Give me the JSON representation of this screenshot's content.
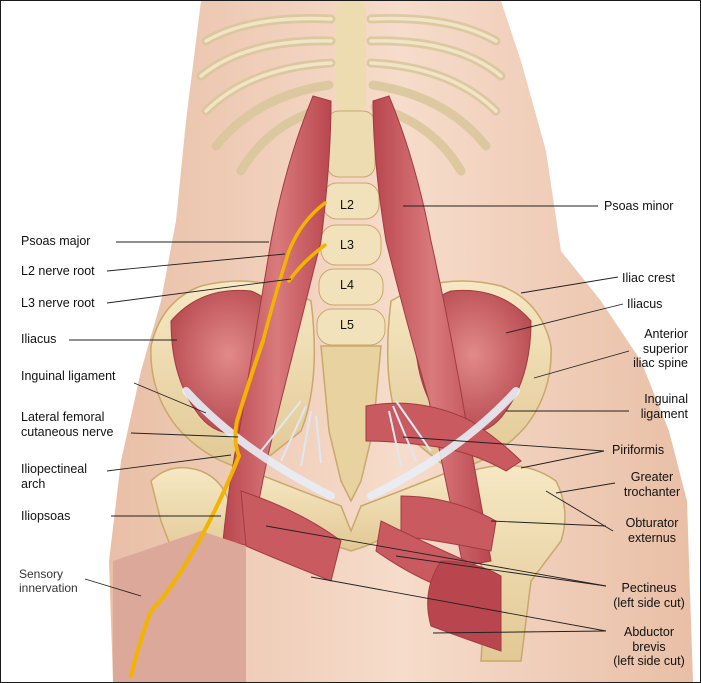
{
  "labels": {
    "psoas_major": "Psoas major",
    "l2_nerve_root": "L2 nerve root",
    "l3_nerve_root": "L3 nerve root",
    "iliacus_right": "Iliacus",
    "inguinal_ligament_right": "Inguinal ligament",
    "lateral_femoral_cutaneous_1": "Lateral femoral",
    "lateral_femoral_cutaneous_2": "cutaneous nerve",
    "iliopectineal_1": "Iliopectineal",
    "iliopectineal_2": "arch",
    "iliopsoas": "Iliopsoas",
    "sensory_1": "Sensory",
    "sensory_2": "innervation",
    "psoas_minor": "Psoas minor",
    "iliac_crest": "Iliac crest",
    "iliacus_left": "Iliacus",
    "asis_1": "Anterior",
    "asis_2": "superior",
    "asis_3": "iliac spine",
    "inguinal_ligament_left_1": "Inguinal",
    "inguinal_ligament_left_2": "ligament",
    "piriformis": "Piriformis",
    "greater_trochanter_1": "Greater",
    "greater_trochanter_2": "trochanter",
    "obturator_1": "Obturator",
    "obturator_2": "externus",
    "pectineus_1": "Pectineus",
    "pectineus_2": "(left side cut)",
    "abductor_1": "Abductor",
    "abductor_2": "brevis",
    "abductor_3": "(left side cut)"
  },
  "vertebrae": {
    "l2": "L2",
    "l3": "L3",
    "l4": "L4",
    "l5": "L5"
  },
  "colors": {
    "bone": "#efdcae",
    "muscle": "#c85a60",
    "nerve": "#f2b400",
    "skin": "#f0ccb6",
    "ligament": "#e8eef6"
  }
}
